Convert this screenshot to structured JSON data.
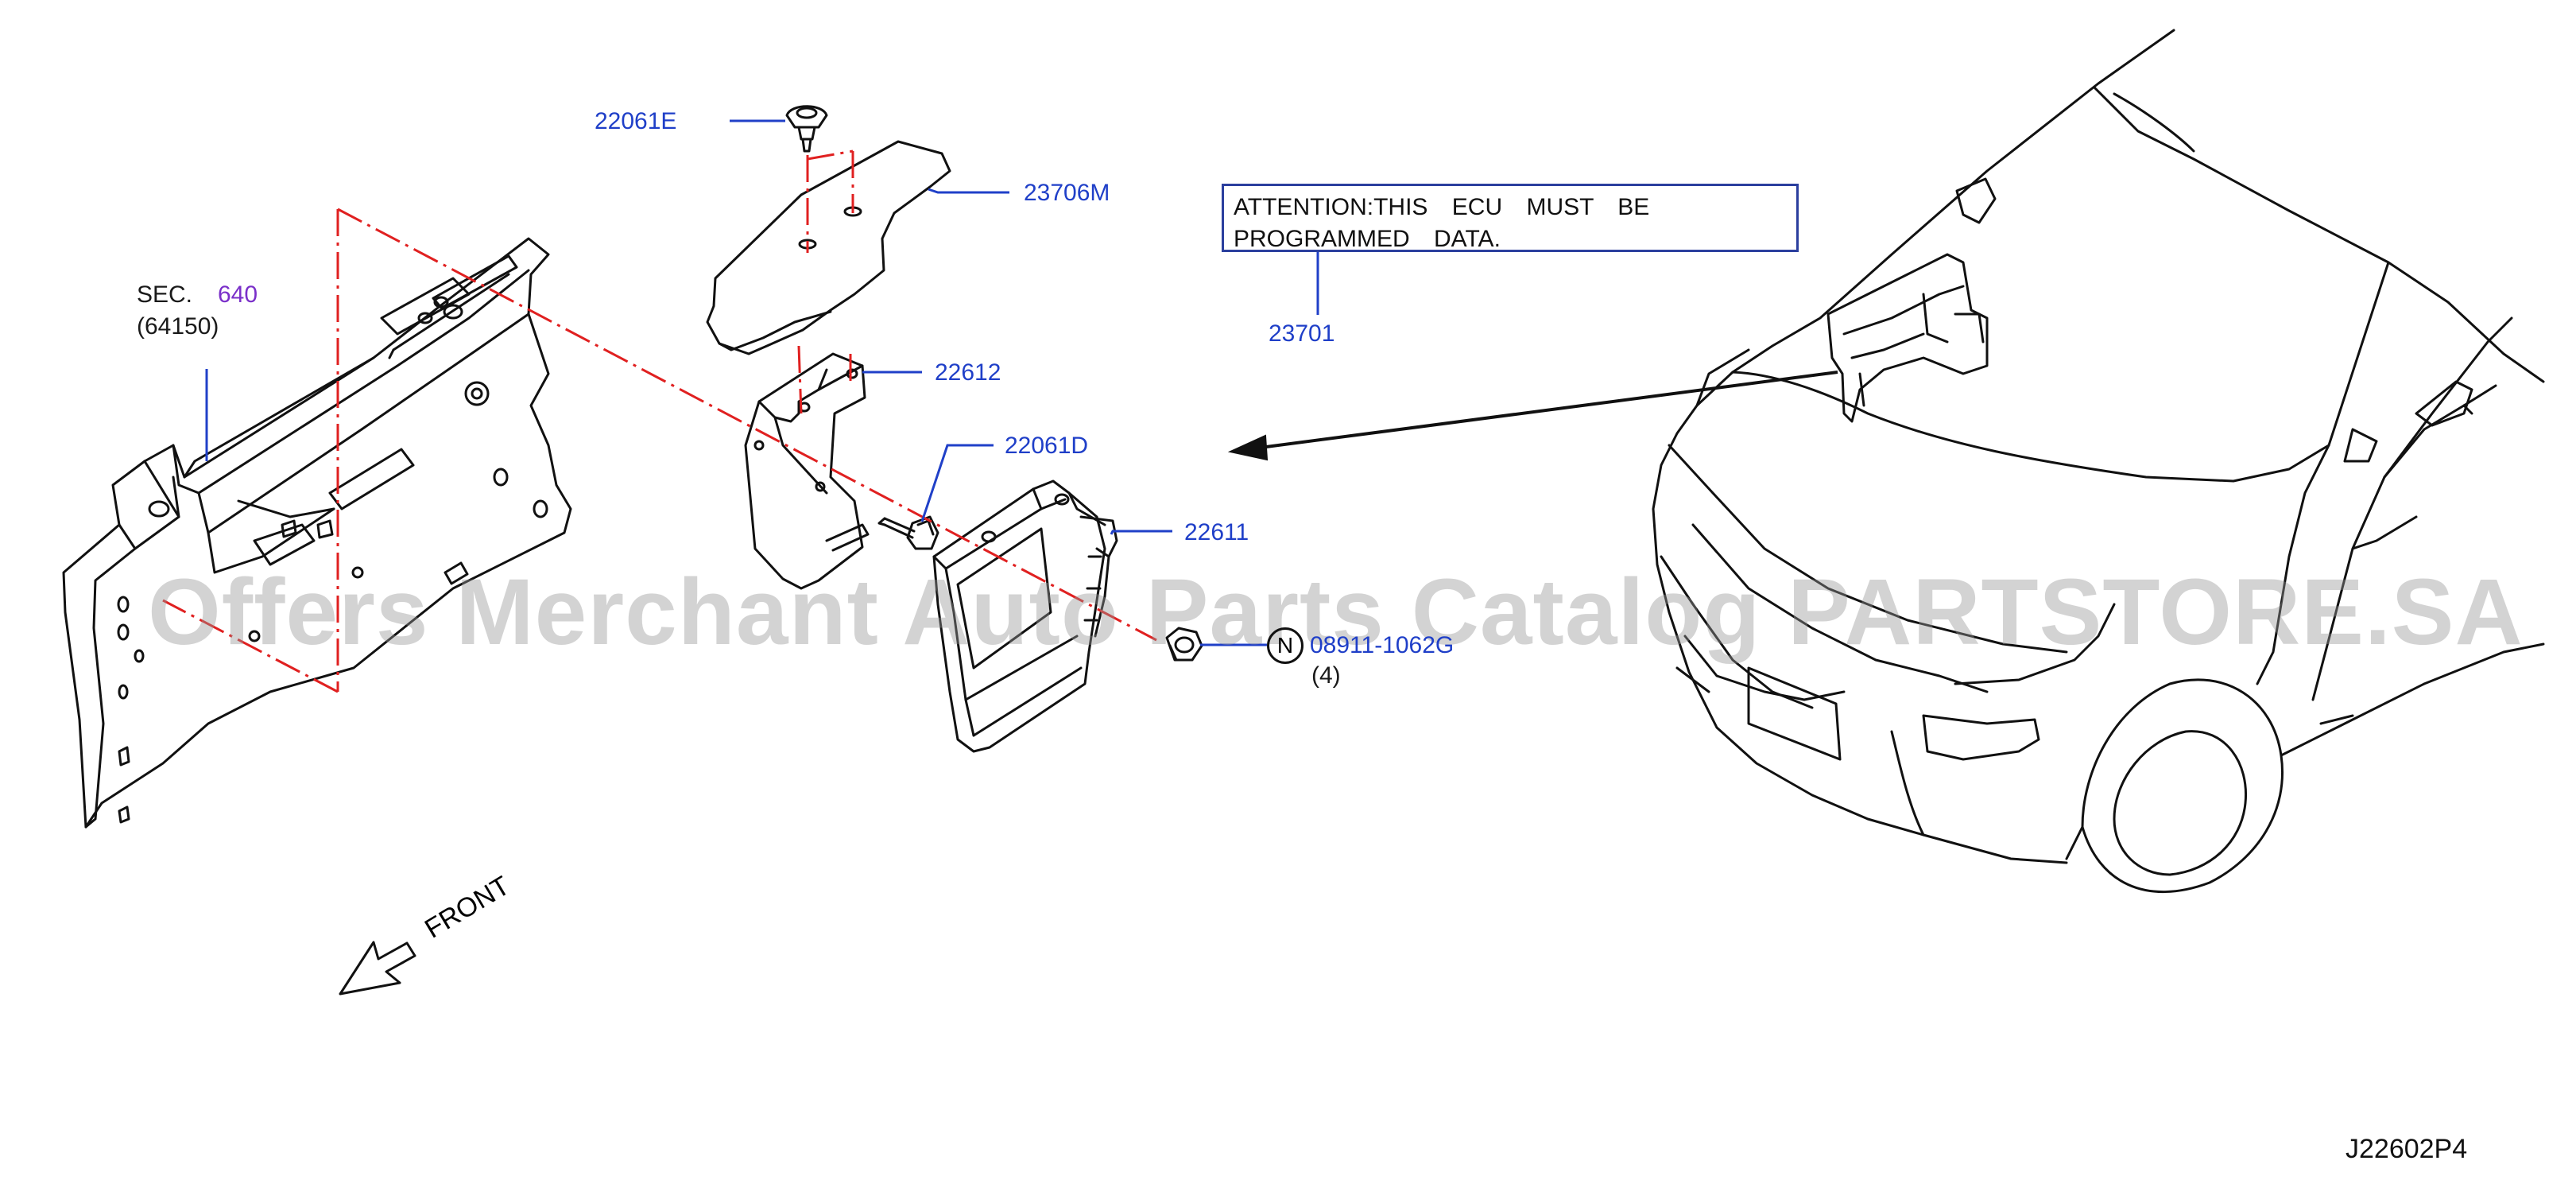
{
  "labels": {
    "p22061e": "22061E",
    "p23706m": "23706M",
    "p22612": "22612",
    "p22061d": "22061D",
    "p22611": "22611",
    "p23701": "23701",
    "p08911": "08911-1062G",
    "p08911_qty": "(4)",
    "n_marker": "N",
    "sec_prefix": "SEC.",
    "sec_number": "640",
    "sec_sub": "(64150)"
  },
  "note": {
    "line1": "ATTENTION:THIS ECU MUST BE",
    "line2": "PROGRAMMED DATA."
  },
  "front_label": "FRONT",
  "watermark": "Offers Merchant Auto Parts Catalog PARTSTORE.SA",
  "diagram_code": "J22602P4",
  "colors": {
    "part_number": "#1f3fc8",
    "section_link": "#7a2fc9",
    "center_line": "#e02020",
    "drawing": "#111111"
  }
}
